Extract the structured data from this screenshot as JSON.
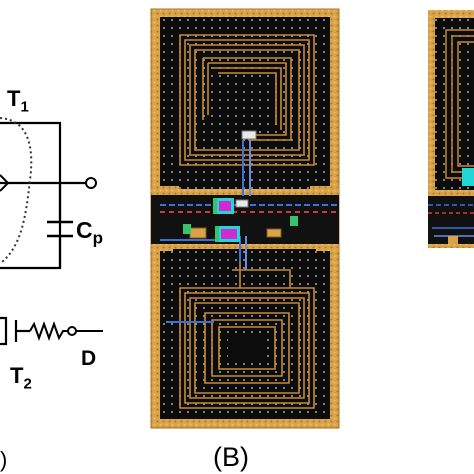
{
  "colors": {
    "background": "#ffffff",
    "gold": "#d9a34c",
    "gold_dark": "#a8721f",
    "substrate": "#0c0c0c",
    "grid_dot": "#d8d8d8",
    "bus_blue": "#3c6fd8",
    "bus_red": "#d23a3a",
    "device_cyan": "#22d6d6",
    "device_magenta": "#d02ad0",
    "device_green": "#34c46a"
  },
  "icons": {
    "capacitor": "capacitor-symbol",
    "resistor": "resistor-zigzag-symbol",
    "terminal": "open-circle-terminal",
    "inductor_layout": "spiral-inductor",
    "transistor_layout": "transistor-cell"
  },
  "schematic": {
    "t1_label": "T",
    "t1_sub": "1",
    "cp_label": "C",
    "cp_sub": "p",
    "t2_label": "T",
    "t2_sub": "2",
    "d_label": "D",
    "panel_label": ")"
  },
  "layout": {
    "panel_label": "(B)"
  }
}
